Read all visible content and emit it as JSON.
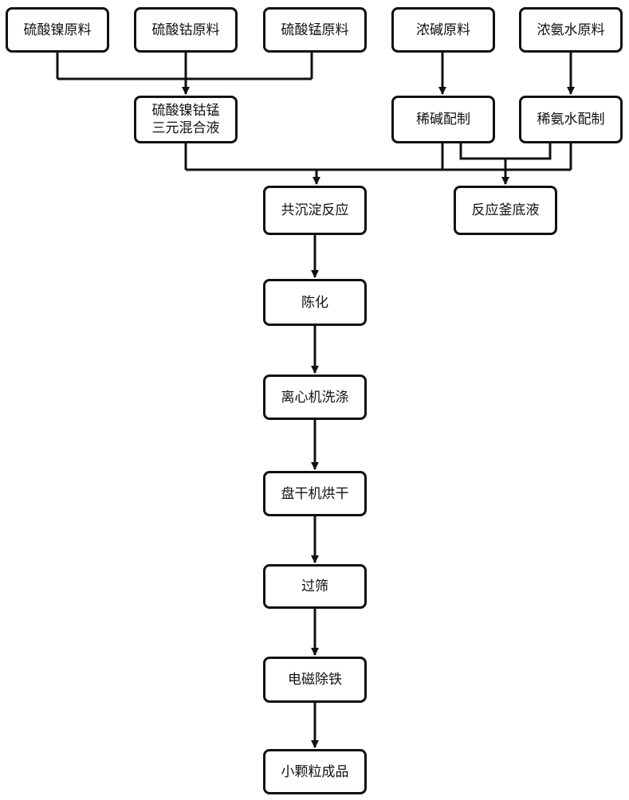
{
  "nodes": {
    "ni_raw": "硫酸镍原料",
    "co_raw": "硫酸钴原料",
    "mn_raw": "硫酸锰原料",
    "alkali_raw": "浓碱原料",
    "ammonia_raw": "浓氨水原料",
    "mixed_line1": "硫酸镍钴锰",
    "mixed_line2": "三元混合液",
    "dilute_alkali": "稀碱配制",
    "dilute_ammonia": "稀氨水配制",
    "coprecip": "共沉淀反应",
    "base_liquid": "反应釜底液",
    "aging": "陈化",
    "centrifuge": "离心机洗涤",
    "drying": "盘干机烘干",
    "sieving": "过筛",
    "demag": "电磁除铁",
    "product": "小颗粒成品"
  }
}
